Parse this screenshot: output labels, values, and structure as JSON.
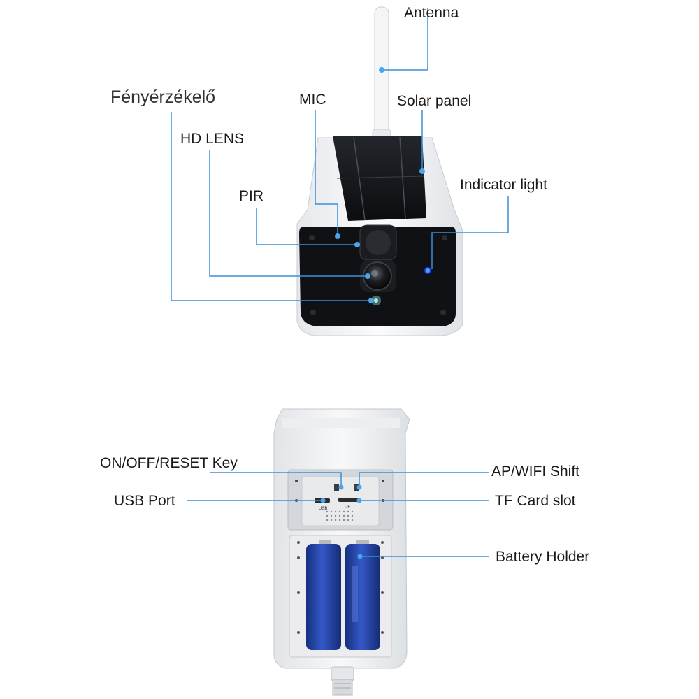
{
  "labels": {
    "antenna": "Antenna",
    "light_sensor": "Fényérzékelő",
    "mic": "MIC",
    "solar_panel": "Solar panel",
    "hd_lens": "HD LENS",
    "indicator_light": "Indicator light",
    "pir": "PIR",
    "on_off_reset_key": "ON/OFF/RESET Key",
    "ap_wifi_shift": "AP/WIFI Shift",
    "usb_port": "USB Port",
    "tf_card_slot": "TF Card slot",
    "battery_holder": "Battery Holder"
  },
  "panel_text": {
    "usb": "USB",
    "tf": "T/F"
  },
  "colors": {
    "leader_line": "#3a8fd8",
    "dot": "#4aa6ea",
    "indicator_led": "#1a3cff",
    "battery": "#1f3f9e",
    "housing": "#f2f3f5"
  }
}
